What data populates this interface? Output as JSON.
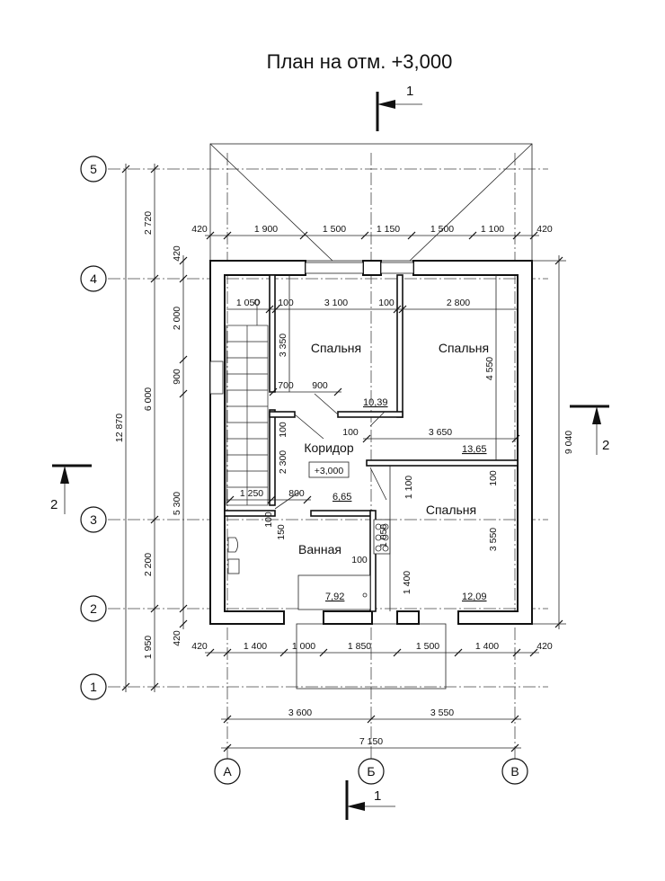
{
  "title": "План на отм. +3,000",
  "rooms": {
    "bedroom_top_left": "Спальня",
    "bedroom_top_right": "Спальня",
    "bedroom_bottom_right": "Спальня",
    "corridor": "Коридор",
    "bathroom": "Ванная"
  },
  "areas": {
    "bedroom_top_left": "10,39",
    "bedroom_top_right": "13,65",
    "bedroom_bottom_right": "12,09",
    "corridor": "6,65",
    "bathroom": "7,92"
  },
  "level_mark": "+3,000",
  "axes": {
    "rows": [
      "5",
      "4",
      "3",
      "2",
      "1"
    ],
    "cols": [
      "А",
      "Б",
      "В"
    ]
  },
  "section_marks": {
    "s1_top": "1",
    "s1_bottom": "1",
    "s2_left": "2",
    "s2_right": "2"
  },
  "dims": {
    "top": [
      "420",
      "1 900",
      "1 500",
      "1 150",
      "1 500",
      "1 100",
      "420"
    ],
    "bottom": [
      "420",
      "1 400",
      "1 000",
      "1 850",
      "1 500",
      "1 400",
      "420"
    ],
    "bottom_total": [
      "3 600",
      "3 550"
    ],
    "overall": "7 150",
    "left_outer": "12 870",
    "left_mid": [
      "6 000",
      "5 300"
    ],
    "left_inner": [
      "2 720",
      "420",
      "2 000",
      "900",
      "2 200",
      "1 950",
      "420"
    ],
    "right_total": "9 040",
    "inner": {
      "d1050": "1 050",
      "d100a": "100",
      "d3100": "3 100",
      "d100b": "100",
      "d2800": "2 800",
      "d3350": "3 350",
      "d4550": "4 550",
      "d700": "700",
      "d900": "900",
      "d100c": "100",
      "d100d": "100",
      "d3650": "3 650",
      "d2300": "2 300",
      "d100e": "100",
      "d1100": "1 100",
      "d1250": "1 250",
      "d800": "800",
      "d100f": "100",
      "d150": "150",
      "d1050b": "1 050",
      "d3550": "3 550",
      "d100g": "100",
      "d1400": "1 400"
    }
  }
}
